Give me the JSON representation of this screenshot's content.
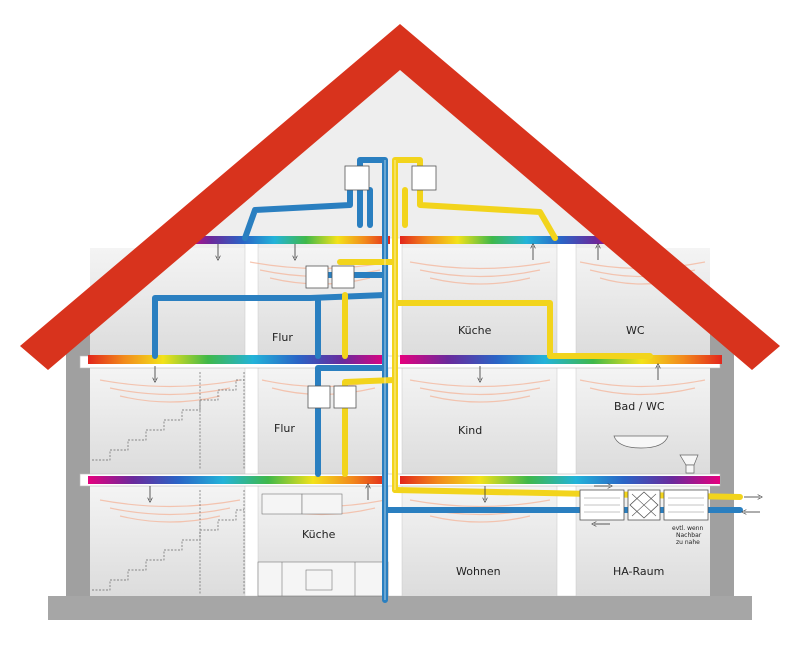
{
  "rooms": {
    "flur_top": "Flur",
    "kueche_top": "Küche",
    "wc": "WC",
    "flur_mid": "Flur",
    "kind": "Kind",
    "bad_wc": "Bad / WC",
    "kueche_bottom": "Küche",
    "wohnen": "Wohnen",
    "ha_raum": "HA-Raum"
  },
  "notes": {
    "line1": "evtl. wenn",
    "line2": "Nachbar",
    "line3": "zu nahe"
  },
  "colors": {
    "roof": "#d8331d",
    "supply_duct": "#2a7fc0",
    "exhaust_duct": "#f2d41c",
    "wall": "#9a9a9a",
    "room_bg": "#e6e6e6"
  }
}
